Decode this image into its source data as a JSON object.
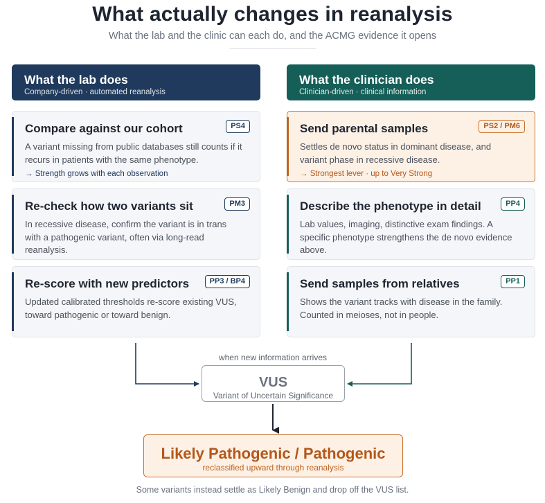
{
  "title": "What actually changes in reanalysis",
  "subtitle": "What the lab and the clinic can each do, and the ACMG evidence it opens",
  "colors": {
    "lab": "#1f3a5c",
    "clinician": "#155f58",
    "highlight": "#c0631d"
  },
  "lab": {
    "header": "What the lab does",
    "subheader": "Company-driven · automated reanalysis",
    "cards": [
      {
        "title": "Compare against our cohort",
        "code": "PS4",
        "body": "A variant missing from public databases still counts if it recurs in patients with the same phenotype.",
        "note": "→ Strength grows with each observation"
      },
      {
        "title": "Re-check how two variants sit",
        "code": "PM3",
        "body": "In recessive disease, confirm the variant is in trans with a pathogenic variant, often via long-read reanalysis.",
        "note": ""
      },
      {
        "title": "Re-score with new predictors",
        "code": "PP3 / BP4",
        "body": "Updated calibrated thresholds re-score existing VUS, toward pathogenic or toward benign.",
        "note": ""
      }
    ]
  },
  "clinician": {
    "header": "What the clinician does",
    "subheader": "Clinician-driven · clinical information",
    "cards": [
      {
        "title": "Send parental samples",
        "code": "PS2 / PM6",
        "body": "Settles de novo status in dominant disease, and variant phase in recessive disease.",
        "note": "→ Strongest lever · up to Very Strong"
      },
      {
        "title": "Describe the phenotype in detail",
        "code": "PP4",
        "body": "Lab values, imaging, distinctive exam findings. A specific phenotype strengthens the de novo evidence above.",
        "note": ""
      },
      {
        "title": "Send samples from relatives",
        "code": "PP1",
        "body": "Shows the variant tracks with disease in the family. Counted in meioses, not in people.",
        "note": ""
      }
    ]
  },
  "flow": {
    "label": "when new information arrives",
    "vus_title": "VUS",
    "vus_subtitle": "Variant of Uncertain Significance",
    "result_title": "Likely Pathogenic / Pathogenic",
    "result_subtitle": "reclassified upward through reanalysis"
  },
  "footnote": "Some variants instead settle as Likely Benign and drop off the VUS list."
}
